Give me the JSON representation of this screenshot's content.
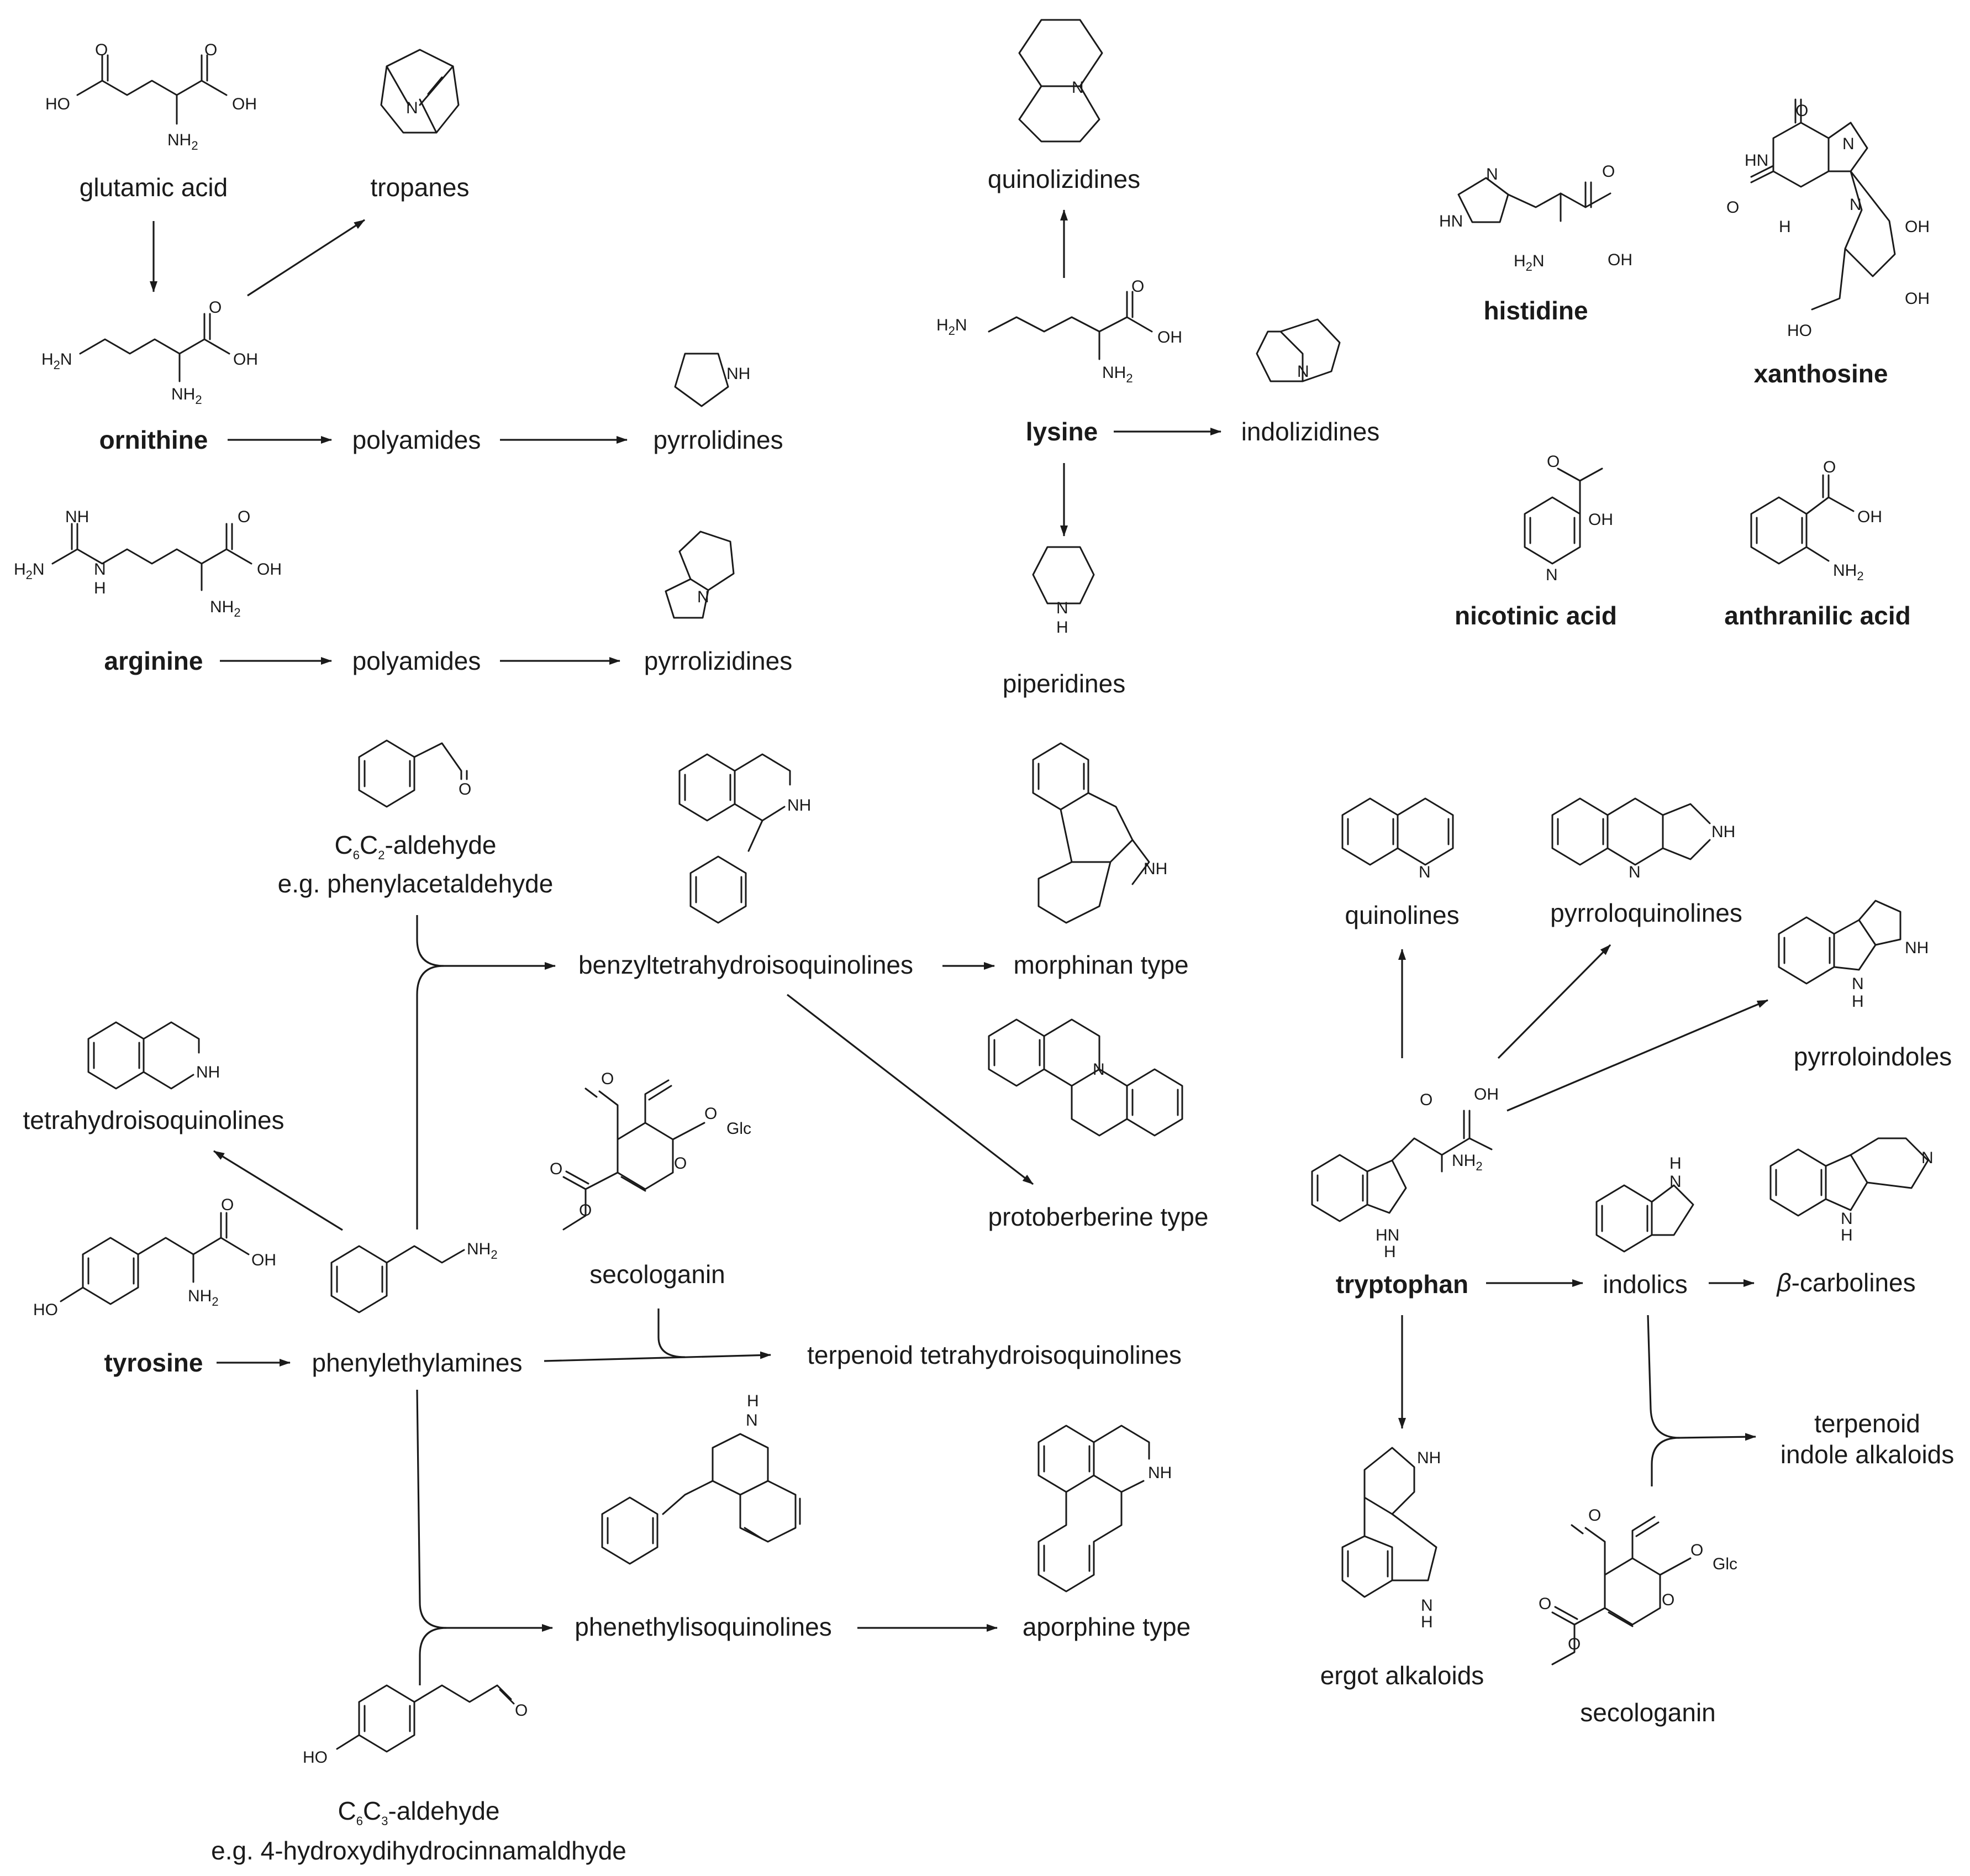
{
  "labels": {
    "glutamic_acid": "glutamic acid",
    "tropanes": "tropanes",
    "ornithine": "ornithine",
    "polyamides_1": "polyamides",
    "pyrrolidines": "pyrrolidines",
    "arginine": "arginine",
    "polyamides_2": "polyamides",
    "pyrrolizidines": "pyrrolizidines",
    "quinolizidines": "quinolizidines",
    "lysine": "lysine",
    "indolizidines": "indolizidines",
    "piperidines": "piperidines",
    "histidine": "histidine",
    "xanthosine": "xanthosine",
    "nicotinic_acid": "nicotinic acid",
    "anthranilic_acid": "anthranilic acid",
    "c6c2_main": "C",
    "c6c2_sub1": "6",
    "c6c2_mid": "C",
    "c6c2_sub2": "2",
    "c6c2_tail": "-aldehyde",
    "c6c2_example": "e.g. phenylacetaldehyde",
    "benzyltetrahydroisoquinolines": "benzyltetrahydroisoquinolines",
    "morphinan_type": "morphinan type",
    "tetrahydroisoquinolines": "tetrahydroisoquinolines",
    "secologanin_1": "secologanin",
    "protoberberine_type": "protoberberine type",
    "tyrosine": "tyrosine",
    "phenylethylamines": "phenylethylamines",
    "terpenoid_thiq": "terpenoid tetrahydroisoquinolines",
    "phenethylisoquinolines": "phenethylisoquinolines",
    "aporphine_type": "aporphine type",
    "c6c3_main": "C",
    "c6c3_sub1": "6",
    "c6c3_mid": "C",
    "c6c3_sub2": "3",
    "c6c3_tail": "-aldehyde",
    "c6c3_example": "e.g. 4-hydroxydihydrocinnamaldhyde",
    "quinolines": "quinolines",
    "pyrroloquinolines": "pyrroloquinolines",
    "pyrroloindoles": "pyrroloindoles",
    "tryptophan": "tryptophan",
    "indolics": "indolics",
    "beta_symbol": "β",
    "carbolines": "-carbolines",
    "terpenoid_indole_1": "terpenoid",
    "terpenoid_indole_2": "indole alkaloids",
    "ergot_alkaloids": "ergot alkaloids",
    "secologanin_2": "secologanin"
  },
  "atoms": {
    "O": "O",
    "HO": "HO",
    "OH": "OH",
    "N": "N",
    "NH": "NH",
    "H": "H",
    "HN": "HN",
    "H2N": "H",
    "NH2": "NH",
    "two": "2",
    "Glc": "Glc"
  }
}
